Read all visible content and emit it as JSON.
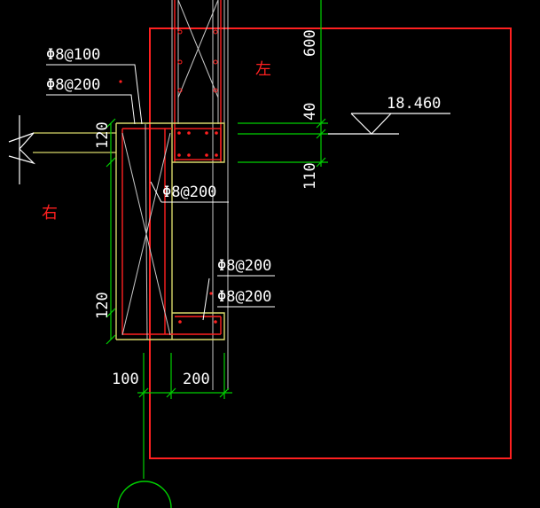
{
  "colors": {
    "background": "#000000",
    "frame": "#ff2020",
    "dimension": "#00d000",
    "outline": "#d8d86a",
    "text": "#ffffff",
    "rebar": "#ff2020",
    "linework": "#c8c8c8"
  },
  "labels": {
    "rebar_top_1": "Φ8@100",
    "rebar_top_2": "Φ8@200",
    "rebar_mid": "Φ8@200",
    "rebar_low_1": "Φ8@200",
    "rebar_low_2": "Φ8@200",
    "elevation": "18.460",
    "left_side": "左",
    "right_side": "右"
  },
  "dimensions": {
    "dim_600": "600",
    "dim_40": "40",
    "dim_110": "110",
    "dim_120_top": "120",
    "dim_120_bottom": "120",
    "dim_100": "100",
    "dim_200": "200"
  }
}
